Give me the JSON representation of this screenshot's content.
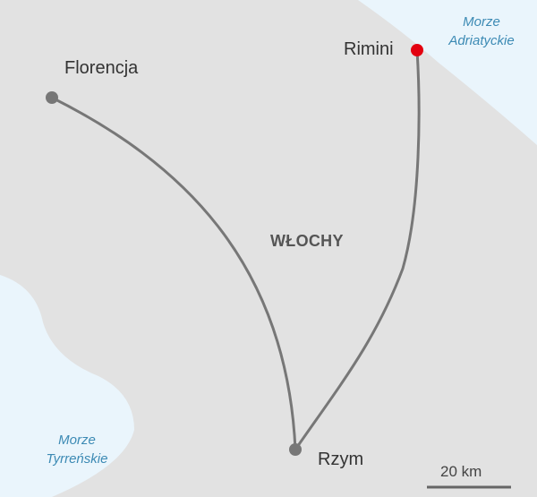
{
  "colors": {
    "sea": "#eaf5fc",
    "land": "#e2e2e2",
    "route": "#777777",
    "city_marker": "#777777",
    "destination_marker": "#e3000f",
    "sea_text": "#3c8ab4"
  },
  "country": {
    "name": "WŁOCHY"
  },
  "cities": {
    "florencja": "Florencja",
    "rimini": "Rimini",
    "rzym": "Rzym"
  },
  "seas": {
    "adriatic": {
      "line1": "Morze",
      "line2": "Adriatyckie"
    },
    "tyrrhenian": {
      "line1": "Morze",
      "line2": "Tyrreńskie"
    }
  },
  "scale": {
    "label": "20 km"
  }
}
